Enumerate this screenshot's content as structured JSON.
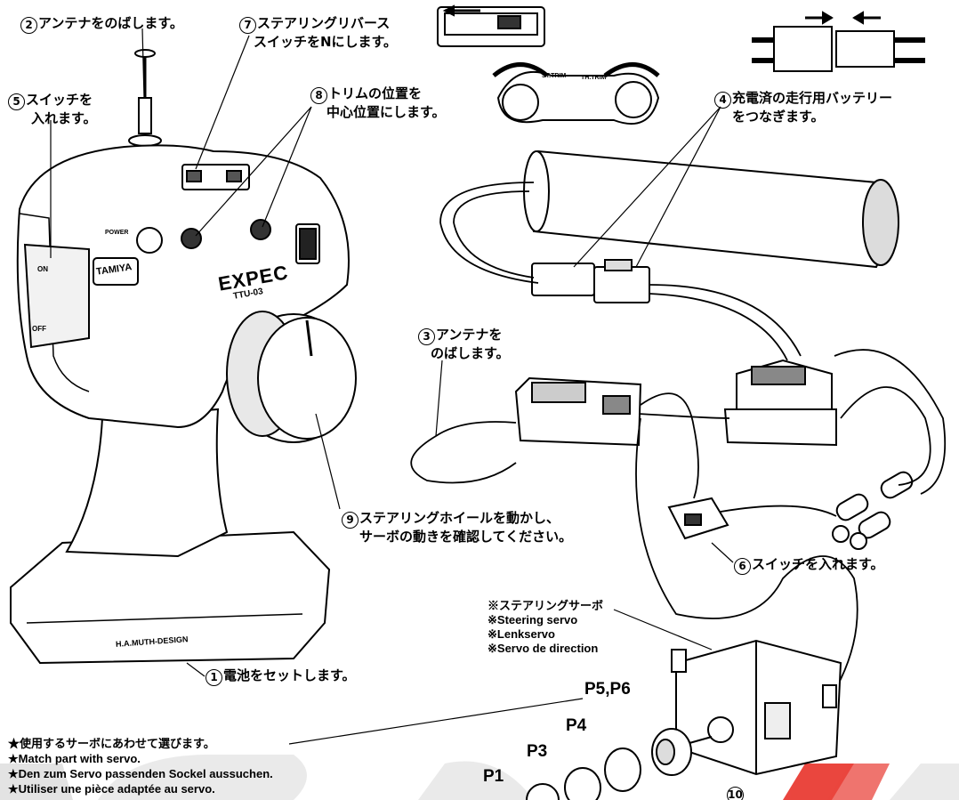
{
  "steps": {
    "s2": {
      "num": "2",
      "text": "アンテナをのばします。"
    },
    "s7": {
      "num": "7",
      "line1": "ステアリングリバース",
      "line2": "スイッチをNにします。"
    },
    "s5": {
      "num": "5",
      "line1": "スイッチを",
      "line2": "入れます。"
    },
    "s8": {
      "num": "8",
      "line1": "トリムの位置を",
      "line2": "中心位置にします。"
    },
    "s4": {
      "num": "4",
      "line1": "充電済の走行用バッテリー",
      "line2": "をつなぎます。"
    },
    "s3": {
      "num": "3",
      "line1": "アンテナを",
      "line2": "のばします。"
    },
    "s9": {
      "num": "9",
      "line1": "ステアリングホイールを動かし、",
      "line2": "サーボの動きを確認してください。"
    },
    "s6": {
      "num": "6",
      "text": "スイッチを入れます。"
    },
    "s1": {
      "num": "1",
      "text": "電池をセットします。"
    },
    "s10": {
      "num": "10"
    }
  },
  "servo": {
    "ja": "※ステアリングサーボ",
    "en": "※Steering servo",
    "de": "※Lenkservo",
    "fr": "※Servo de direction"
  },
  "notes": {
    "ja": "★使用するサーボにあわせて選びます。",
    "en": "★Match part with servo.",
    "de": "★Den zum Servo passenden Sockel aussuchen.",
    "fr": "★Utiliser une pièce adaptée au servo."
  },
  "parts": {
    "p56": "P5,P6",
    "p4": "P4",
    "p3": "P3",
    "p1": "P1"
  },
  "transmitter": {
    "brand": "TAMIYA",
    "model": "EXPEC",
    "model_code": "TTU-03",
    "power": "POWER",
    "footer": "H.A.MUTH-DESIGN",
    "on": "ON",
    "off": "OFF",
    "st_trim": "ST.TRIM",
    "th_trim": "TH.TRIM"
  },
  "colors": {
    "line": "#000000",
    "fill": "#ffffff",
    "shade": "#dcdcdc",
    "watermark": "#e8322a"
  }
}
